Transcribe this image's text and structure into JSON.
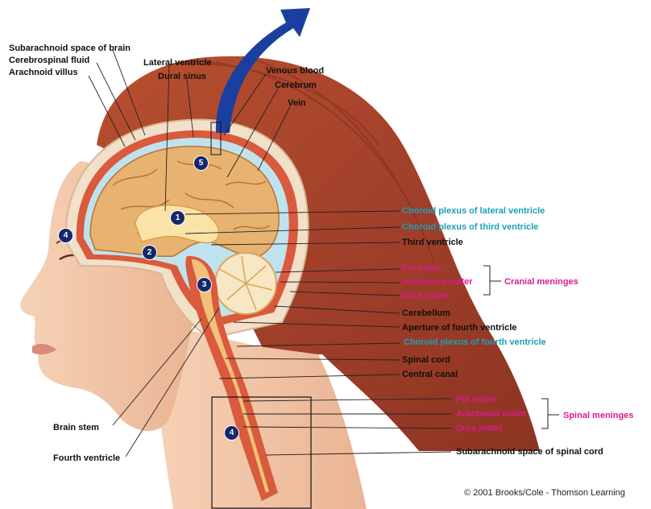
{
  "labels": {
    "subarachnoid_space_brain": "Subarachnoid space of brain",
    "cerebrospinal_fluid": "Cerebrospinal fluid",
    "arachnoid_villus": "Arachnoid villus",
    "lateral_ventricle": "Lateral ventricle",
    "dural_sinus": "Dural sinus",
    "venous_blood": "Venous blood",
    "cerebrum": "Cerebrum",
    "vein": "Vein",
    "choroid_lateral": "Choroid plexus of lateral ventricle",
    "choroid_third": "Choroid plexus of third ventricle",
    "third_ventricle": "Third ventricle",
    "pia_cranial": "Pia mater",
    "arachnoid_cranial": "Arachnoid mater",
    "dura_cranial": "Dura mater",
    "cranial_meninges": "Cranial meninges",
    "cerebellum": "Cerebellum",
    "aperture_fourth": "Aperture of fourth ventricle",
    "choroid_fourth": "Choroid plexus of fourth ventricle",
    "spinal_cord": "Spinal cord",
    "central_canal": "Central canal",
    "brain_stem": "Brain stem",
    "fourth_ventricle": "Fourth ventricle",
    "pia_spinal": "Pia mater",
    "arachnoid_spinal": "Arachnoid mater",
    "dura_spinal": "Dura mater",
    "spinal_meninges": "Spinal meninges",
    "subarachnoid_space_spinal": "Subarachnoid space of spinal cord"
  },
  "markers": {
    "m1": "1",
    "m2": "2",
    "m3": "3",
    "m4a": "4",
    "m4b": "4",
    "m5": "5"
  },
  "copyright": "© 2001 Brooks/Cole - Thomson Learning",
  "colors": {
    "black_label": "#111111",
    "cyan_label": "#1a9fb8",
    "pink_label": "#d81b8c",
    "hair": "#a8402a",
    "skin": "#f3c6a6",
    "csf": "#bfe3ee",
    "brain": "#e8b270",
    "marker": "#14286b"
  }
}
